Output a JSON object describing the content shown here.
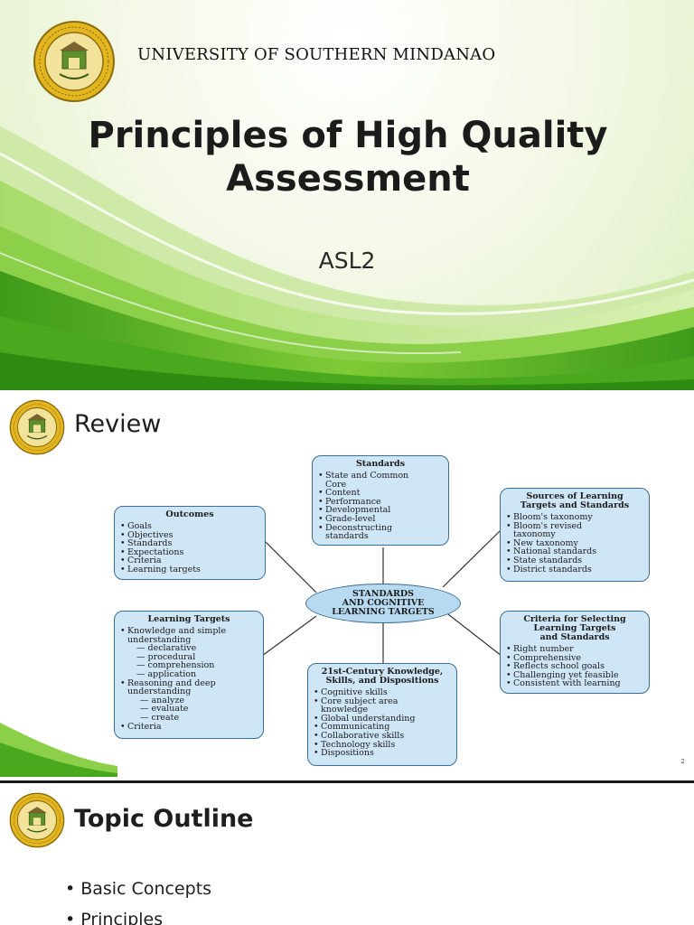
{
  "slide1": {
    "university": "UNIVERSITY OF SOUTHERN MINDANAO",
    "title_line1": "Principles of High Quality",
    "title_line2": "Assessment",
    "subtitle": "ASL2"
  },
  "slide2": {
    "heading": "Review",
    "page_number": "2",
    "center": {
      "line1": "STANDARDS",
      "line2": "AND COGNITIVE",
      "line3": "LEARNING TARGETS"
    },
    "standards": {
      "title": "Standards",
      "items": [
        "State and Common",
        "Core",
        "Content",
        "Performance",
        "Developmental",
        "Grade-level",
        "Deconstructing",
        "standards"
      ]
    },
    "sources": {
      "title_line1": "Sources of Learning",
      "title_line2": "Targets and Standards",
      "items": [
        "Bloom's taxonomy",
        "Bloom's revised",
        "taxonomy",
        "New taxonomy",
        "National standards",
        "State standards",
        "District standards"
      ]
    },
    "outcomes": {
      "title": "Outcomes",
      "items": [
        "Goals",
        "Objectives",
        "Standards",
        "Expectations",
        "Criteria",
        "Learning targets"
      ]
    },
    "learning_targets": {
      "title": "Learning Targets",
      "items": [
        "Knowledge and simple",
        "understanding",
        "— declarative",
        "— procedural",
        "— comprehension",
        "— application",
        "Reasoning and deep",
        "understanding",
        "— analyze",
        "— evaluate",
        "— create",
        "Criteria"
      ]
    },
    "criteria": {
      "title_line1": "Criteria for Selecting",
      "title_line2": "Learning Targets",
      "title_line3": "and Standards",
      "items": [
        "Right number",
        "Comprehensive",
        "Reflects school goals",
        "Challenging yet feasible",
        "Consistent with learning"
      ]
    },
    "century": {
      "title_line1": "21st-Century Knowledge,",
      "title_line2": "Skills, and Dispositions",
      "items": [
        "Cognitive skills",
        "Core subject area",
        "knowledge",
        "Global understanding",
        "Communicating",
        "Collaborative skills",
        "Technology skills",
        "Dispositions"
      ]
    }
  },
  "slide3": {
    "heading": "Topic Outline",
    "bullets": [
      "Basic Concepts",
      "Principles"
    ]
  },
  "colors": {
    "brand_green": "#5fb62a",
    "seal_gold": "#e3b51e",
    "node_fill": "#cfe6f6",
    "node_border": "#3c6d95"
  }
}
